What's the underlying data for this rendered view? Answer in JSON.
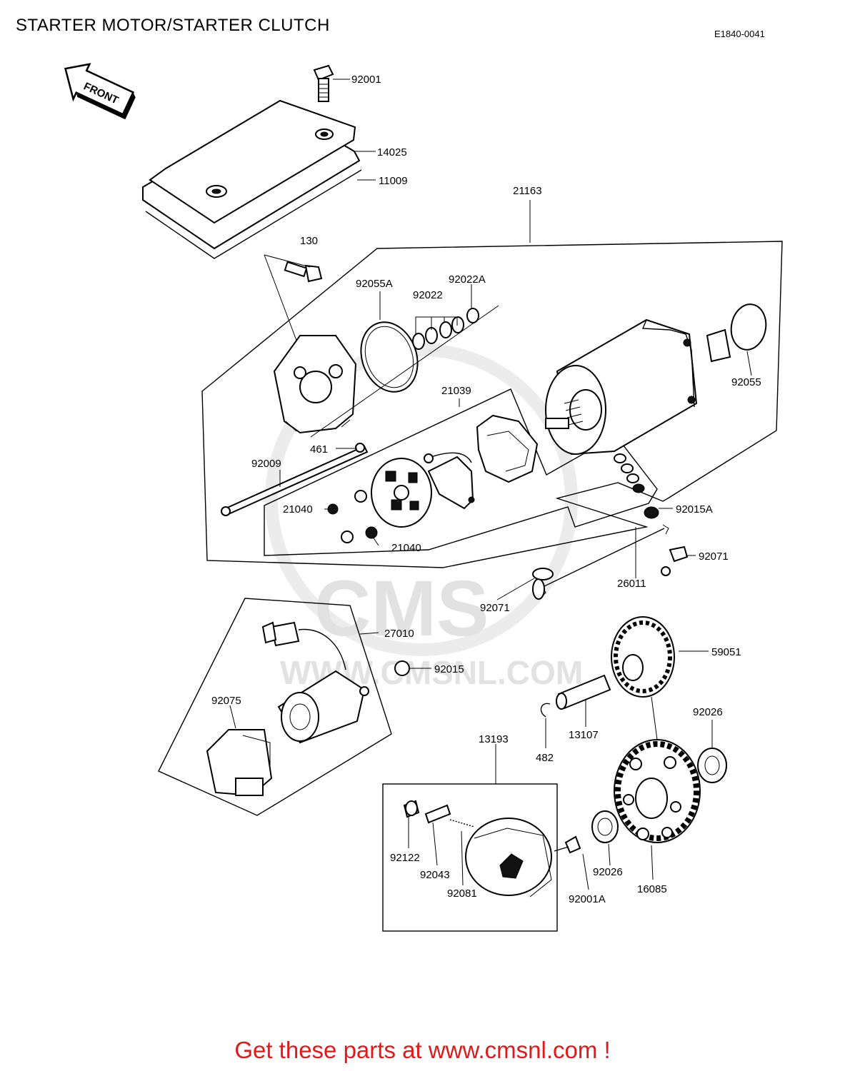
{
  "header": {
    "title": "STARTER MOTOR/STARTER CLUTCH",
    "diagram_code": "E1840-0041",
    "front_label": "FRONT"
  },
  "watermark": {
    "logo": "CMS",
    "url": "WWW.CMSNL.COM"
  },
  "parts": {
    "p92001": "92001",
    "p14025": "14025",
    "p11009": "11009",
    "p21163": "21163",
    "p130": "130",
    "p92055A": "92055A",
    "p92022": "92022",
    "p92022A": "92022A",
    "p92055": "92055",
    "p21039": "21039",
    "p461": "461",
    "p92009": "92009",
    "p21040a": "21040",
    "p21040b": "21040",
    "p92015A": "92015A",
    "p92071a": "92071",
    "p26011": "26011",
    "p92071b": "92071",
    "p27010": "27010",
    "p92015": "92015",
    "p59051": "59051",
    "p92075": "92075",
    "p13107": "13107",
    "p482": "482",
    "p92026a": "92026",
    "p13193": "13193",
    "p92122": "92122",
    "p92043": "92043",
    "p92081": "92081",
    "p92001A": "92001A",
    "p92026b": "92026",
    "p16085": "16085"
  },
  "footer": {
    "link_text": "Get these parts at www.cmsnl.com !"
  }
}
